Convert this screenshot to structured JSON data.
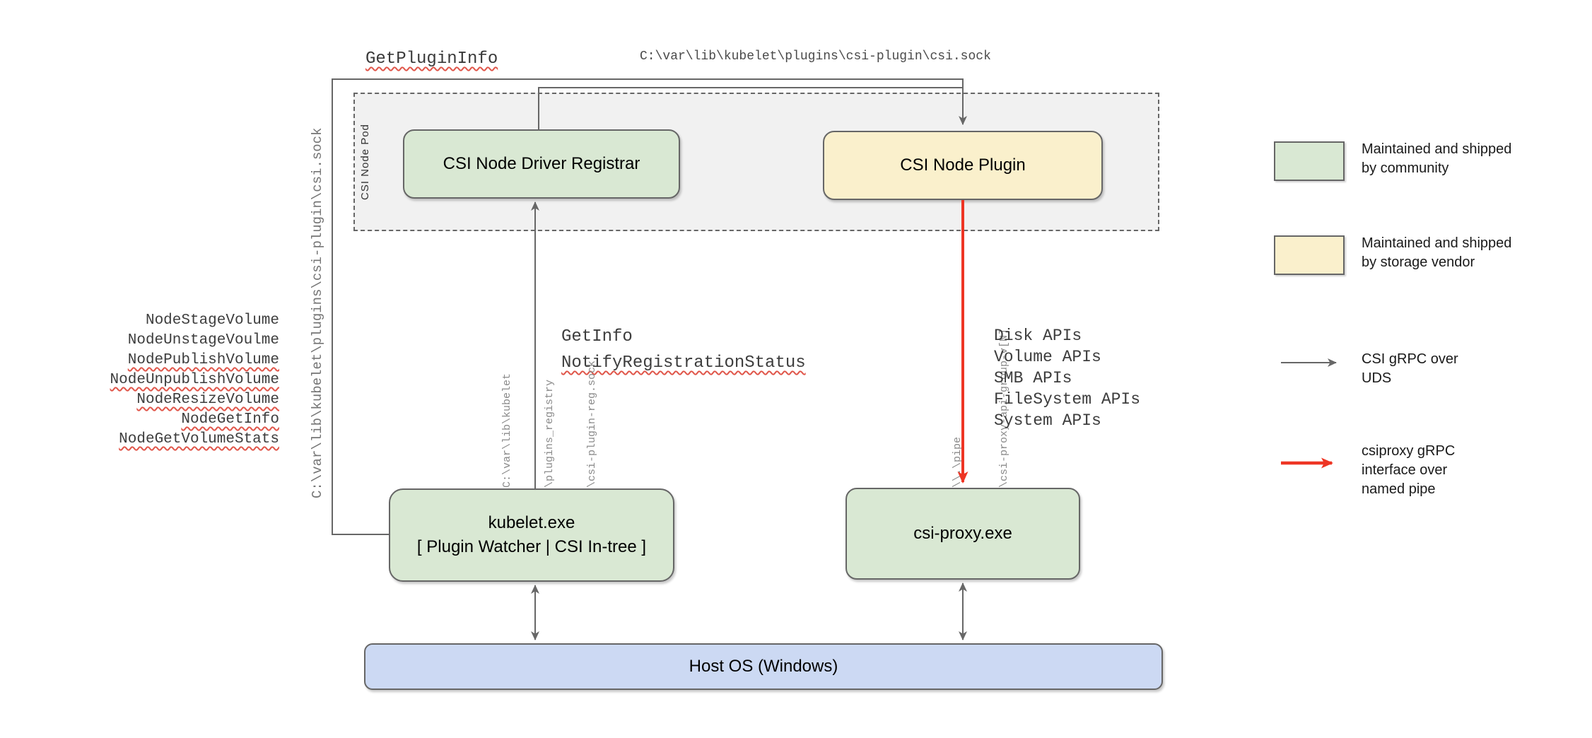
{
  "boxes": {
    "pod": {
      "label": "CSI Node Pod"
    },
    "registrar": {
      "label": "CSI Node Driver Registrar"
    },
    "plugin": {
      "label": "CSI Node Plugin"
    },
    "kubelet": {
      "line1": "kubelet.exe",
      "line2": "[ Plugin Watcher | CSI In-tree ]"
    },
    "csi_proxy": {
      "label": "csi-proxy.exe"
    },
    "host_os": {
      "label": "Host OS (Windows)"
    }
  },
  "labels": {
    "get_plugin_info": "GetPluginInfo",
    "csi_sock_path_top": "C:\\var\\lib\\kubelet\\plugins\\csi-plugin\\csi.sock",
    "csi_sock_path_left": "C:\\var\\lib\\kubelet\\plugins\\csi-plugin\\csi.sock",
    "get_info": "GetInfo",
    "notify_registration_status": "NotifyRegistrationStatus"
  },
  "reg_sock_lines": [
    "C:\\var\\lib\\kubelet",
    "\\plugins_registry",
    "\\csi-plugin-reg.sock"
  ],
  "pipe_lines": [
    "\\\\.\\pipe",
    "\\csi-proxy-api-group-v[N]"
  ],
  "node_calls": [
    {
      "label": "NodeStageVolume",
      "underlined": false
    },
    {
      "label": "NodeUnstageVoulme",
      "underlined": false
    },
    {
      "label": "NodePublishVolume",
      "underlined": true
    },
    {
      "label": "NodeUnpublishVolume",
      "underlined": true
    },
    {
      "label": "NodeResizeVolume",
      "underlined": true
    },
    {
      "label": "NodeGetInfo",
      "underlined": true
    },
    {
      "label": "NodeGetVolumeStats",
      "underlined": true
    }
  ],
  "api_calls": [
    "Disk APIs",
    "Volume APIs",
    "SMB APIs",
    "FileSystem APIs",
    "System APIs"
  ],
  "legend": {
    "community": {
      "line1": "Maintained and shipped",
      "line2": "by community"
    },
    "vendor": {
      "line1": "Maintained and shipped",
      "line2": "by storage vendor"
    },
    "uds": {
      "line1": "CSI gRPC over",
      "line2": "UDS"
    },
    "pipe": {
      "line1": "csiproxy gRPC",
      "line2": "interface over",
      "line3": "named pipe"
    }
  },
  "colors": {
    "community_fill": "#d9e8d3",
    "vendor_fill": "#faf0cc",
    "host_fill": "#ccd9f3",
    "pod_fill": "#f1f1f1",
    "stroke_gray": "#666666",
    "pipe_arrow_red": "#ee3524",
    "squiggle_red": "#e0564a"
  }
}
